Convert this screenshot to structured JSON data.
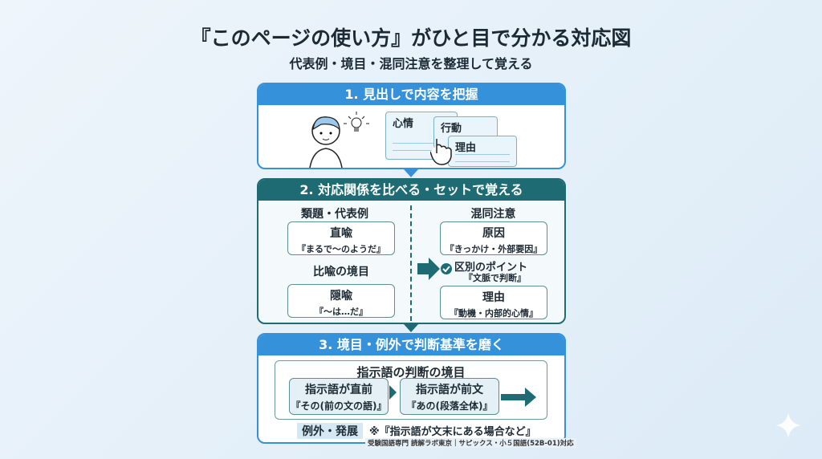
{
  "title": "『このページの使い方』がひと目で分かる対応図",
  "subtitle": "代表例・境目・混同注意を整理して覚える",
  "step1": {
    "heading": "1. 見出しで内容を把握",
    "cards": [
      "心情",
      "行動",
      "理由"
    ]
  },
  "step2": {
    "heading": "2. 対応関係を比べる・セットで覚える",
    "left_heading": "類題・代表例",
    "box1": {
      "title": "直喩",
      "sub": "『まるで〜のようだ』"
    },
    "boundary": "比喩の境目",
    "box2": {
      "title": "隠喩",
      "sub": "『〜は…だ』"
    },
    "right_heading": "混同注意",
    "box3": {
      "title": "原因",
      "sub": "『きっかけ・外部要因』"
    },
    "point": "区別のポイント",
    "point_sub": "『文脈で判断』",
    "box4": {
      "title": "理由",
      "sub": "『動機・内部的心情』"
    }
  },
  "step3": {
    "heading": "3. 境目・例外で判断基準を磨く",
    "inner_title": "指示語の判断の境目",
    "box1": {
      "title": "指示語が直前",
      "sub": "『その(前の文の語)』"
    },
    "box2": {
      "title": "指示語が前文",
      "sub": "『あの(段落全体)』"
    },
    "exception_label": "例外・発展",
    "exception_note": "※『指示語が文末にある場合など』"
  },
  "footer": "受験国語専門 読解ラボ東京｜サピックス・小５国語(52B-01)対応",
  "colors": {
    "blue": "#3592da",
    "teal": "#1e6b74"
  }
}
